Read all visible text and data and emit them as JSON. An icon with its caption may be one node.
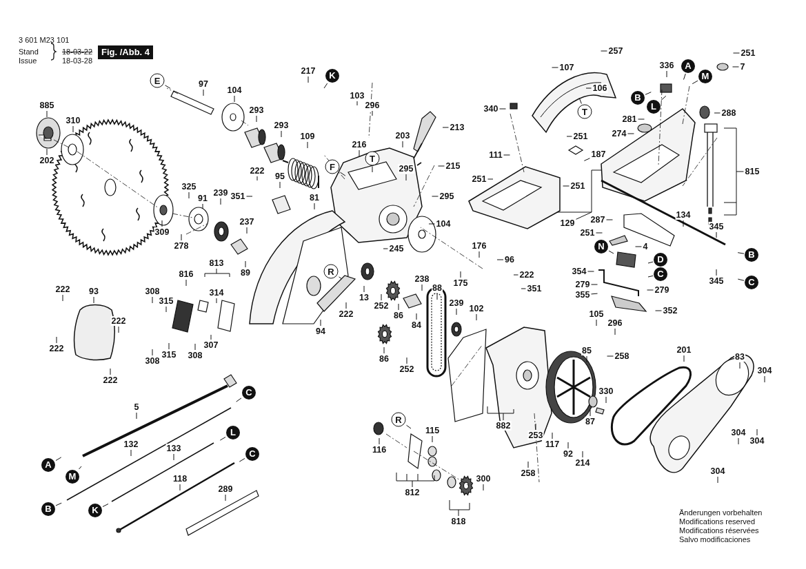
{
  "diagram": {
    "nodes": [
      {
        "text": [
          "885"
        ]
      },
      {
        "text": [
          "310"
        ]
      },
      {
        "text": [
          "202"
        ]
      },
      {
        "text": [
          "E"
        ]
      },
      {
        "text": [
          "97"
        ]
      },
      {
        "text": [
          "104"
        ]
      },
      {
        "text": [
          "293"
        ]
      },
      {
        "text": [
          "293"
        ]
      },
      {
        "text": [
          "217"
        ]
      },
      {
        "text": [
          "K"
        ]
      },
      {
        "text": [
          "103"
        ]
      },
      {
        "text": [
          "296"
        ]
      },
      {
        "text": [
          "109"
        ]
      },
      {
        "text": [
          "203"
        ]
      },
      {
        "text": [
          "213"
        ]
      },
      {
        "text": [
          "216"
        ]
      },
      {
        "text": [
          "T"
        ]
      },
      {
        "text": [
          "F"
        ]
      },
      {
        "text": [
          "215"
        ]
      },
      {
        "text": [
          "295"
        ]
      },
      {
        "text": [
          "222"
        ]
      },
      {
        "text": [
          "95"
        ]
      },
      {
        "text": [
          "351"
        ]
      },
      {
        "text": [
          "325"
        ]
      },
      {
        "text": [
          "91"
        ]
      },
      {
        "text": [
          "239"
        ]
      },
      {
        "text": [
          "81"
        ]
      },
      {
        "text": [
          "295"
        ]
      },
      {
        "text": [
          "237"
        ]
      },
      {
        "text": [
          "309"
        ]
      },
      {
        "text": [
          "278"
        ]
      },
      {
        "text": [
          "104"
        ]
      },
      {
        "text": [
          "89"
        ]
      },
      {
        "text": [
          "245"
        ]
      },
      {
        "text": [
          "813"
        ]
      },
      {
        "text": [
          "816"
        ]
      },
      {
        "text": [
          "314"
        ]
      },
      {
        "text": [
          "R"
        ]
      },
      {
        "text": [
          "308"
        ]
      },
      {
        "text": [
          "315"
        ]
      },
      {
        "text": [
          "222"
        ]
      },
      {
        "text": [
          "93"
        ]
      },
      {
        "text": [
          "222"
        ]
      },
      {
        "text": [
          "222"
        ]
      },
      {
        "text": [
          "222"
        ]
      },
      {
        "text": [
          "308"
        ]
      },
      {
        "text": [
          "315"
        ]
      },
      {
        "text": [
          "308"
        ]
      },
      {
        "text": [
          "307"
        ]
      },
      {
        "text": [
          "94"
        ]
      },
      {
        "text": [
          "13"
        ]
      },
      {
        "text": [
          "252"
        ]
      },
      {
        "text": [
          "86"
        ]
      },
      {
        "text": [
          "84"
        ]
      },
      {
        "text": [
          "238"
        ]
      },
      {
        "text": [
          "88"
        ]
      },
      {
        "text": [
          "239"
        ]
      },
      {
        "text": [
          "102"
        ]
      },
      {
        "text": [
          "86"
        ]
      },
      {
        "text": [
          "252"
        ]
      },
      {
        "text": [
          "176"
        ]
      },
      {
        "text": [
          "175"
        ]
      },
      {
        "text": [
          "96"
        ]
      },
      {
        "text": [
          "222"
        ]
      },
      {
        "text": [
          "351"
        ]
      },
      {
        "text": [
          "222"
        ]
      },
      {
        "text": [
          "107"
        ]
      },
      {
        "text": [
          "257"
        ]
      },
      {
        "text": [
          "106"
        ]
      },
      {
        "text": [
          "T"
        ]
      },
      {
        "text": [
          "340"
        ]
      },
      {
        "text": [
          "111"
        ]
      },
      {
        "text": [
          "251"
        ]
      },
      {
        "text": [
          "251"
        ]
      },
      {
        "text": [
          "187"
        ]
      },
      {
        "text": [
          "251"
        ]
      },
      {
        "text": [
          "129"
        ]
      },
      {
        "text": [
          "336"
        ]
      },
      {
        "text": [
          "A"
        ]
      },
      {
        "text": [
          "M"
        ]
      },
      {
        "text": [
          "B"
        ]
      },
      {
        "text": [
          "L"
        ]
      },
      {
        "text": [
          "281"
        ]
      },
      {
        "text": [
          "274"
        ]
      },
      {
        "text": [
          "288"
        ]
      },
      {
        "text": [
          "251"
        ]
      },
      {
        "text": [
          "7"
        ]
      },
      {
        "text": [
          "815"
        ]
      },
      {
        "text": [
          "287"
        ]
      },
      {
        "text": [
          "134"
        ]
      },
      {
        "text": [
          "251"
        ]
      },
      {
        "text": [
          "4"
        ]
      },
      {
        "text": [
          "N"
        ]
      },
      {
        "text": [
          "D"
        ]
      },
      {
        "text": [
          "C"
        ]
      },
      {
        "text": [
          "345"
        ]
      },
      {
        "text": [
          "B"
        ]
      },
      {
        "text": [
          "C"
        ]
      },
      {
        "text": [
          "345"
        ]
      },
      {
        "text": [
          "354"
        ]
      },
      {
        "text": [
          "279"
        ]
      },
      {
        "text": [
          "279"
        ]
      },
      {
        "text": [
          "355"
        ]
      },
      {
        "text": [
          "352"
        ]
      },
      {
        "text": [
          "105"
        ]
      },
      {
        "text": [
          "296"
        ]
      },
      {
        "text": [
          "258"
        ]
      },
      {
        "text": [
          "85"
        ]
      },
      {
        "text": [
          "330"
        ]
      },
      {
        "text": [
          "87"
        ]
      },
      {
        "text": [
          "201"
        ]
      },
      {
        "text": [
          "83"
        ]
      },
      {
        "text": [
          "304"
        ]
      },
      {
        "text": [
          "304"
        ]
      },
      {
        "text": [
          "304"
        ]
      },
      {
        "text": [
          "304"
        ]
      },
      {
        "text": [
          "882"
        ]
      },
      {
        "text": [
          "253"
        ]
      },
      {
        "text": [
          "117"
        ]
      },
      {
        "text": [
          "92"
        ]
      },
      {
        "text": [
          "214"
        ]
      },
      {
        "text": [
          "258"
        ]
      },
      {
        "text": [
          "R"
        ]
      },
      {
        "text": [
          "115"
        ]
      },
      {
        "text": [
          "116"
        ]
      },
      {
        "text": [
          "812"
        ]
      },
      {
        "text": [
          "300"
        ]
      },
      {
        "text": [
          "818"
        ]
      },
      {
        "text": [
          "C"
        ]
      },
      {
        "text": [
          "5"
        ]
      },
      {
        "text": [
          "A"
        ]
      },
      {
        "text": [
          "M"
        ]
      },
      {
        "text": [
          "132"
        ]
      },
      {
        "text": [
          "133"
        ]
      },
      {
        "text": [
          "L"
        ]
      },
      {
        "text": [
          "C"
        ]
      },
      {
        "text": [
          "118"
        ]
      },
      {
        "text": [
          "289"
        ]
      },
      {
        "text": [
          "B"
        ]
      },
      {
        "text": [
          "K"
        ]
      }
    ],
    "edges": [
      {
        "from": 0,
        "to": null,
        "arrow": "none"
      },
      {
        "from": 1,
        "to": null,
        "arrow": "none"
      },
      {
        "from": 2,
        "to": null,
        "arrow": "none"
      },
      {
        "from": 3,
        "to": null,
        "arrow": "none"
      },
      {
        "from": 4,
        "to": null,
        "arrow": "none"
      },
      {
        "from": 5,
        "to": null,
        "arrow": "none"
      },
      {
        "from": 6,
        "to": null,
        "arrow": "none"
      },
      {
        "from": 7,
        "to": null,
        "arrow": "none"
      },
      {
        "from": 8,
        "to": null,
        "arrow": "none"
      },
      {
        "from": 9,
        "to": null,
        "arrow": "none"
      },
      {
        "from": 10,
        "to": null,
        "arrow": "none"
      },
      {
        "from": 11,
        "to": null,
        "arrow": "none"
      },
      {
        "from": 12,
        "to": null,
        "arrow": "none"
      },
      {
        "from": 13,
        "to": null,
        "arrow": "none"
      },
      {
        "from": 14,
        "to": null,
        "arrow": "none"
      },
      {
        "from": 15,
        "to": null,
        "arrow": "none"
      },
      {
        "from": 16,
        "to": null,
        "arrow": "none"
      },
      {
        "from": 17,
        "to": null,
        "arrow": "none"
      },
      {
        "from": 18,
        "to": null,
        "arrow": "none"
      },
      {
        "from": 19,
        "to": null,
        "arrow": "none"
      },
      {
        "from": 20,
        "to": null,
        "arrow": "none"
      },
      {
        "from": 21,
        "to": null,
        "arrow": "none"
      },
      {
        "from": 22,
        "to": null,
        "arrow": "none"
      },
      {
        "from": 23,
        "to": null,
        "arrow": "none"
      },
      {
        "from": 24,
        "to": null,
        "arrow": "none"
      },
      {
        "from": 25,
        "to": null,
        "arrow": "none"
      },
      {
        "from": 26,
        "to": null,
        "arrow": "none"
      },
      {
        "from": 27,
        "to": null,
        "arrow": "none"
      },
      {
        "from": 28,
        "to": null,
        "arrow": "none"
      },
      {
        "from": 29,
        "to": null,
        "arrow": "none"
      },
      {
        "from": 30,
        "to": null,
        "arrow": "none"
      },
      {
        "from": 31,
        "to": null,
        "arrow": "none"
      },
      {
        "from": 32,
        "to": null,
        "arrow": "none"
      },
      {
        "from": 33,
        "to": null,
        "arrow": "none"
      },
      {
        "from": 34,
        "to": null,
        "arrow": "none"
      },
      {
        "from": 35,
        "to": null,
        "arrow": "none"
      },
      {
        "from": 36,
        "to": null,
        "arrow": "none"
      },
      {
        "from": 37,
        "to": null,
        "arrow": "none"
      },
      {
        "from": 38,
        "to": null,
        "arrow": "none"
      },
      {
        "from": 39,
        "to": null,
        "arrow": "none"
      },
      {
        "from": 40,
        "to": null,
        "arrow": "none"
      },
      {
        "from": 41,
        "to": null,
        "arrow": "none"
      },
      {
        "from": 42,
        "to": null,
        "arrow": "none"
      },
      {
        "from": 43,
        "to": null,
        "arrow": "none"
      },
      {
        "from": 44,
        "to": null,
        "arrow": "none"
      },
      {
        "from": 45,
        "to": null,
        "arrow": "none"
      },
      {
        "from": 46,
        "to": null,
        "arrow": "none"
      },
      {
        "from": 47,
        "to": null,
        "arrow": "none"
      },
      {
        "from": 48,
        "to": null,
        "arrow": "none"
      },
      {
        "from": 49,
        "to": null,
        "arrow": "none"
      },
      {
        "from": 50,
        "to": null,
        "arrow": "none"
      },
      {
        "from": 51,
        "to": null,
        "arrow": "none"
      },
      {
        "from": 52,
        "to": null,
        "arrow": "none"
      },
      {
        "from": 53,
        "to": null,
        "arrow": "none"
      },
      {
        "from": 54,
        "to": null,
        "arrow": "none"
      },
      {
        "from": 55,
        "to": null,
        "arrow": "none"
      },
      {
        "from": 56,
        "to": null,
        "arrow": "none"
      },
      {
        "from": 57,
        "to": null,
        "arrow": "none"
      },
      {
        "from": 58,
        "to": null,
        "arrow": "none"
      },
      {
        "from": 59,
        "to": null,
        "arrow": "none"
      },
      {
        "from": 60,
        "to": null,
        "arrow": "none"
      },
      {
        "from": 61,
        "to": null,
        "arrow": "none"
      },
      {
        "from": 62,
        "to": null,
        "arrow": "none"
      },
      {
        "from": 63,
        "to": null,
        "arrow": "none"
      },
      {
        "from": 64,
        "to": null,
        "arrow": "none"
      },
      {
        "from": 65,
        "to": null,
        "arrow": "none"
      },
      {
        "from": 66,
        "to": null,
        "arrow": "none"
      },
      {
        "from": 67,
        "to": null,
        "arrow": "none"
      },
      {
        "from": 68,
        "to": null,
        "arrow": "none"
      },
      {
        "from": 69,
        "to": null,
        "arrow": "none"
      },
      {
        "from": 70,
        "to": null,
        "arrow": "none"
      },
      {
        "from": 71,
        "to": null,
        "arrow": "none"
      },
      {
        "from": 72,
        "to": null,
        "arrow": "none"
      },
      {
        "from": 73,
        "to": null,
        "arrow": "none"
      },
      {
        "from": 74,
        "to": null,
        "arrow": "none"
      },
      {
        "from": 75,
        "to": null,
        "arrow": "none"
      },
      {
        "from": 76,
        "to": null,
        "arrow": "none"
      },
      {
        "from": 77,
        "to": null,
        "arrow": "none"
      },
      {
        "from": 78,
        "to": null,
        "arrow": "none"
      },
      {
        "from": 79,
        "to": null,
        "arrow": "none"
      },
      {
        "from": 80,
        "to": null,
        "arrow": "none"
      },
      {
        "from": 81,
        "to": null,
        "arrow": "none"
      },
      {
        "from": 82,
        "to": null,
        "arrow": "none"
      },
      {
        "from": 83,
        "to": null,
        "arrow": "none"
      },
      {
        "from": 84,
        "to": null,
        "arrow": "none"
      },
      {
        "from": 85,
        "to": null,
        "arrow": "none"
      },
      {
        "from": 86,
        "to": null,
        "arrow": "none"
      },
      {
        "from": 87,
        "to": null,
        "arrow": "none"
      },
      {
        "from": 88,
        "to": null,
        "arrow": "none"
      },
      {
        "from": 89,
        "to": null,
        "arrow": "none"
      },
      {
        "from": 90,
        "to": null,
        "arrow": "none"
      },
      {
        "from": 91,
        "to": null,
        "arrow": "none"
      },
      {
        "from": 92,
        "to": null,
        "arrow": "none"
      },
      {
        "from": 93,
        "to": null,
        "arrow": "none"
      },
      {
        "from": 94,
        "to": null,
        "arrow": "none"
      },
      {
        "from": 95,
        "to": null,
        "arrow": "none"
      },
      {
        "from": 96,
        "to": null,
        "arrow": "none"
      },
      {
        "from": 97,
        "to": null,
        "arrow": "none"
      },
      {
        "from": 98,
        "to": null,
        "arrow": "none"
      },
      {
        "from": 99,
        "to": null,
        "arrow": "none"
      },
      {
        "from": 100,
        "to": null,
        "arrow": "none"
      },
      {
        "from": 101,
        "to": null,
        "arrow": "none"
      },
      {
        "from": 102,
        "to": null,
        "arrow": "none"
      },
      {
        "from": 103,
        "to": null,
        "arrow": "none"
      },
      {
        "from": 104,
        "to": null,
        "arrow": "none"
      },
      {
        "from": 105,
        "to": null,
        "arrow": "none"
      },
      {
        "from": 106,
        "to": null,
        "arrow": "none"
      },
      {
        "from": 107,
        "to": null,
        "arrow": "none"
      },
      {
        "from": 108,
        "to": null,
        "arrow": "none"
      },
      {
        "from": 109,
        "to": null,
        "arrow": "none"
      },
      {
        "from": 110,
        "to": null,
        "arrow": "none"
      },
      {
        "from": 111,
        "to": null,
        "arrow": "none"
      },
      {
        "from": 112,
        "to": null,
        "arrow": "none"
      },
      {
        "from": 113,
        "to": null,
        "arrow": "none"
      },
      {
        "from": 114,
        "to": null,
        "arrow": "none"
      },
      {
        "from": 115,
        "to": null,
        "arrow": "none"
      },
      {
        "from": 116,
        "to": null,
        "arrow": "none"
      },
      {
        "from": 117,
        "to": null,
        "arrow": "none"
      },
      {
        "from": 118,
        "to": null,
        "arrow": "none"
      },
      {
        "from": 119,
        "to": null,
        "arrow": "none"
      },
      {
        "from": 120,
        "to": null,
        "arrow": "none"
      },
      {
        "from": 121,
        "to": null,
        "arrow": "none"
      },
      {
        "from": 122,
        "to": null,
        "arrow": "none"
      },
      {
        "from": 123,
        "to": null,
        "arrow": "none"
      },
      {
        "from": 124,
        "to": null,
        "arrow": "none"
      },
      {
        "from": 125,
        "to": null,
        "arrow": "none"
      },
      {
        "from": 126,
        "to": null,
        "arrow": "none"
      },
      {
        "from": 127,
        "to": null,
        "arrow": "none"
      },
      {
        "from": 128,
        "to": null,
        "arrow": "none"
      },
      {
        "from": 129,
        "to": null,
        "arrow": "none"
      },
      {
        "from": 130,
        "to": null,
        "arrow": "none"
      },
      {
        "from": 131,
        "to": null,
        "arrow": "none"
      },
      {
        "from": 132,
        "to": null,
        "arrow": "none"
      },
      {
        "from": 133,
        "to": null,
        "arrow": "none"
      },
      {
        "from": 134,
        "to": null,
        "arrow": "none"
      },
      {
        "from": 135,
        "to": null,
        "arrow": "none"
      },
      {
        "from": 136,
        "to": null,
        "arrow": "none"
      },
      {
        "from": 137,
        "to": null,
        "arrow": "none"
      },
      {
        "from": 138,
        "to": null,
        "arrow": "none"
      },
      {
        "from": 139,
        "to": null,
        "arrow": "none"
      }
    ],
    "labels": [
      "3 601 M23 101",
      "Stand",
      "Issue",
      "18-03-22",
      "18-03-28",
      "Fig. /Abb. 4",
      "Änderungen vorbehalten",
      "Modifications reserved",
      "Modifications réservées",
      "Salvo modificaciones"
    ]
  }
}
